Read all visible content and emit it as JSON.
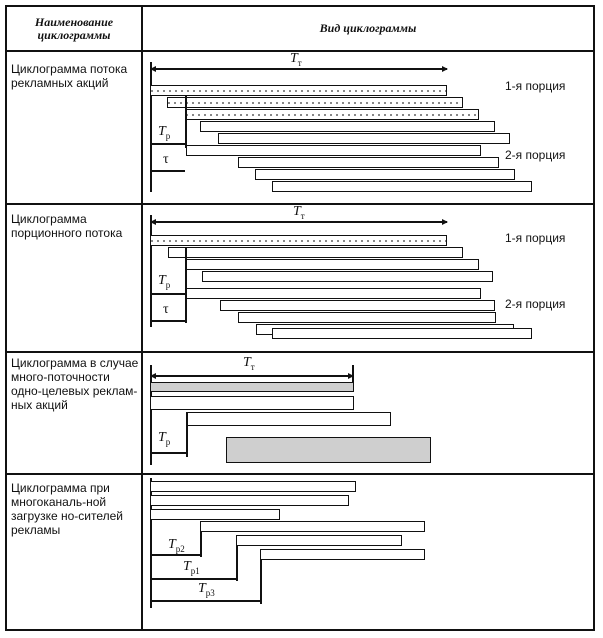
{
  "header": {
    "col1": "Наименование\nциклограммы",
    "col2": "Вид циклограммы"
  },
  "rows": [
    {
      "label": "Циклограмма потока рекламных акций",
      "total": "T",
      "total_sub": "т",
      "period": "T",
      "period_sub": "р",
      "tau": "τ",
      "portion1": "1-я порция",
      "portion2": "2-я порция"
    },
    {
      "label": "Циклограмма порционного потока",
      "total": "T",
      "total_sub": "т",
      "period": "T",
      "period_sub": "р",
      "tau": "τ",
      "portion1": "1-я порция",
      "portion2": "2-я порция"
    },
    {
      "label": "Циклограмма в случае много-поточности одно-целевых реклам-ных акций",
      "total": "T",
      "total_sub": "т",
      "period": "T",
      "period_sub": "р"
    },
    {
      "label": "Циклограмма при многоканаль-ной загрузке но-сителей рекламы",
      "p2": "T",
      "p2_sub": "р2",
      "p1": "T",
      "p1_sub": "р1",
      "p3": "T",
      "p3_sub": "р3"
    }
  ]
}
